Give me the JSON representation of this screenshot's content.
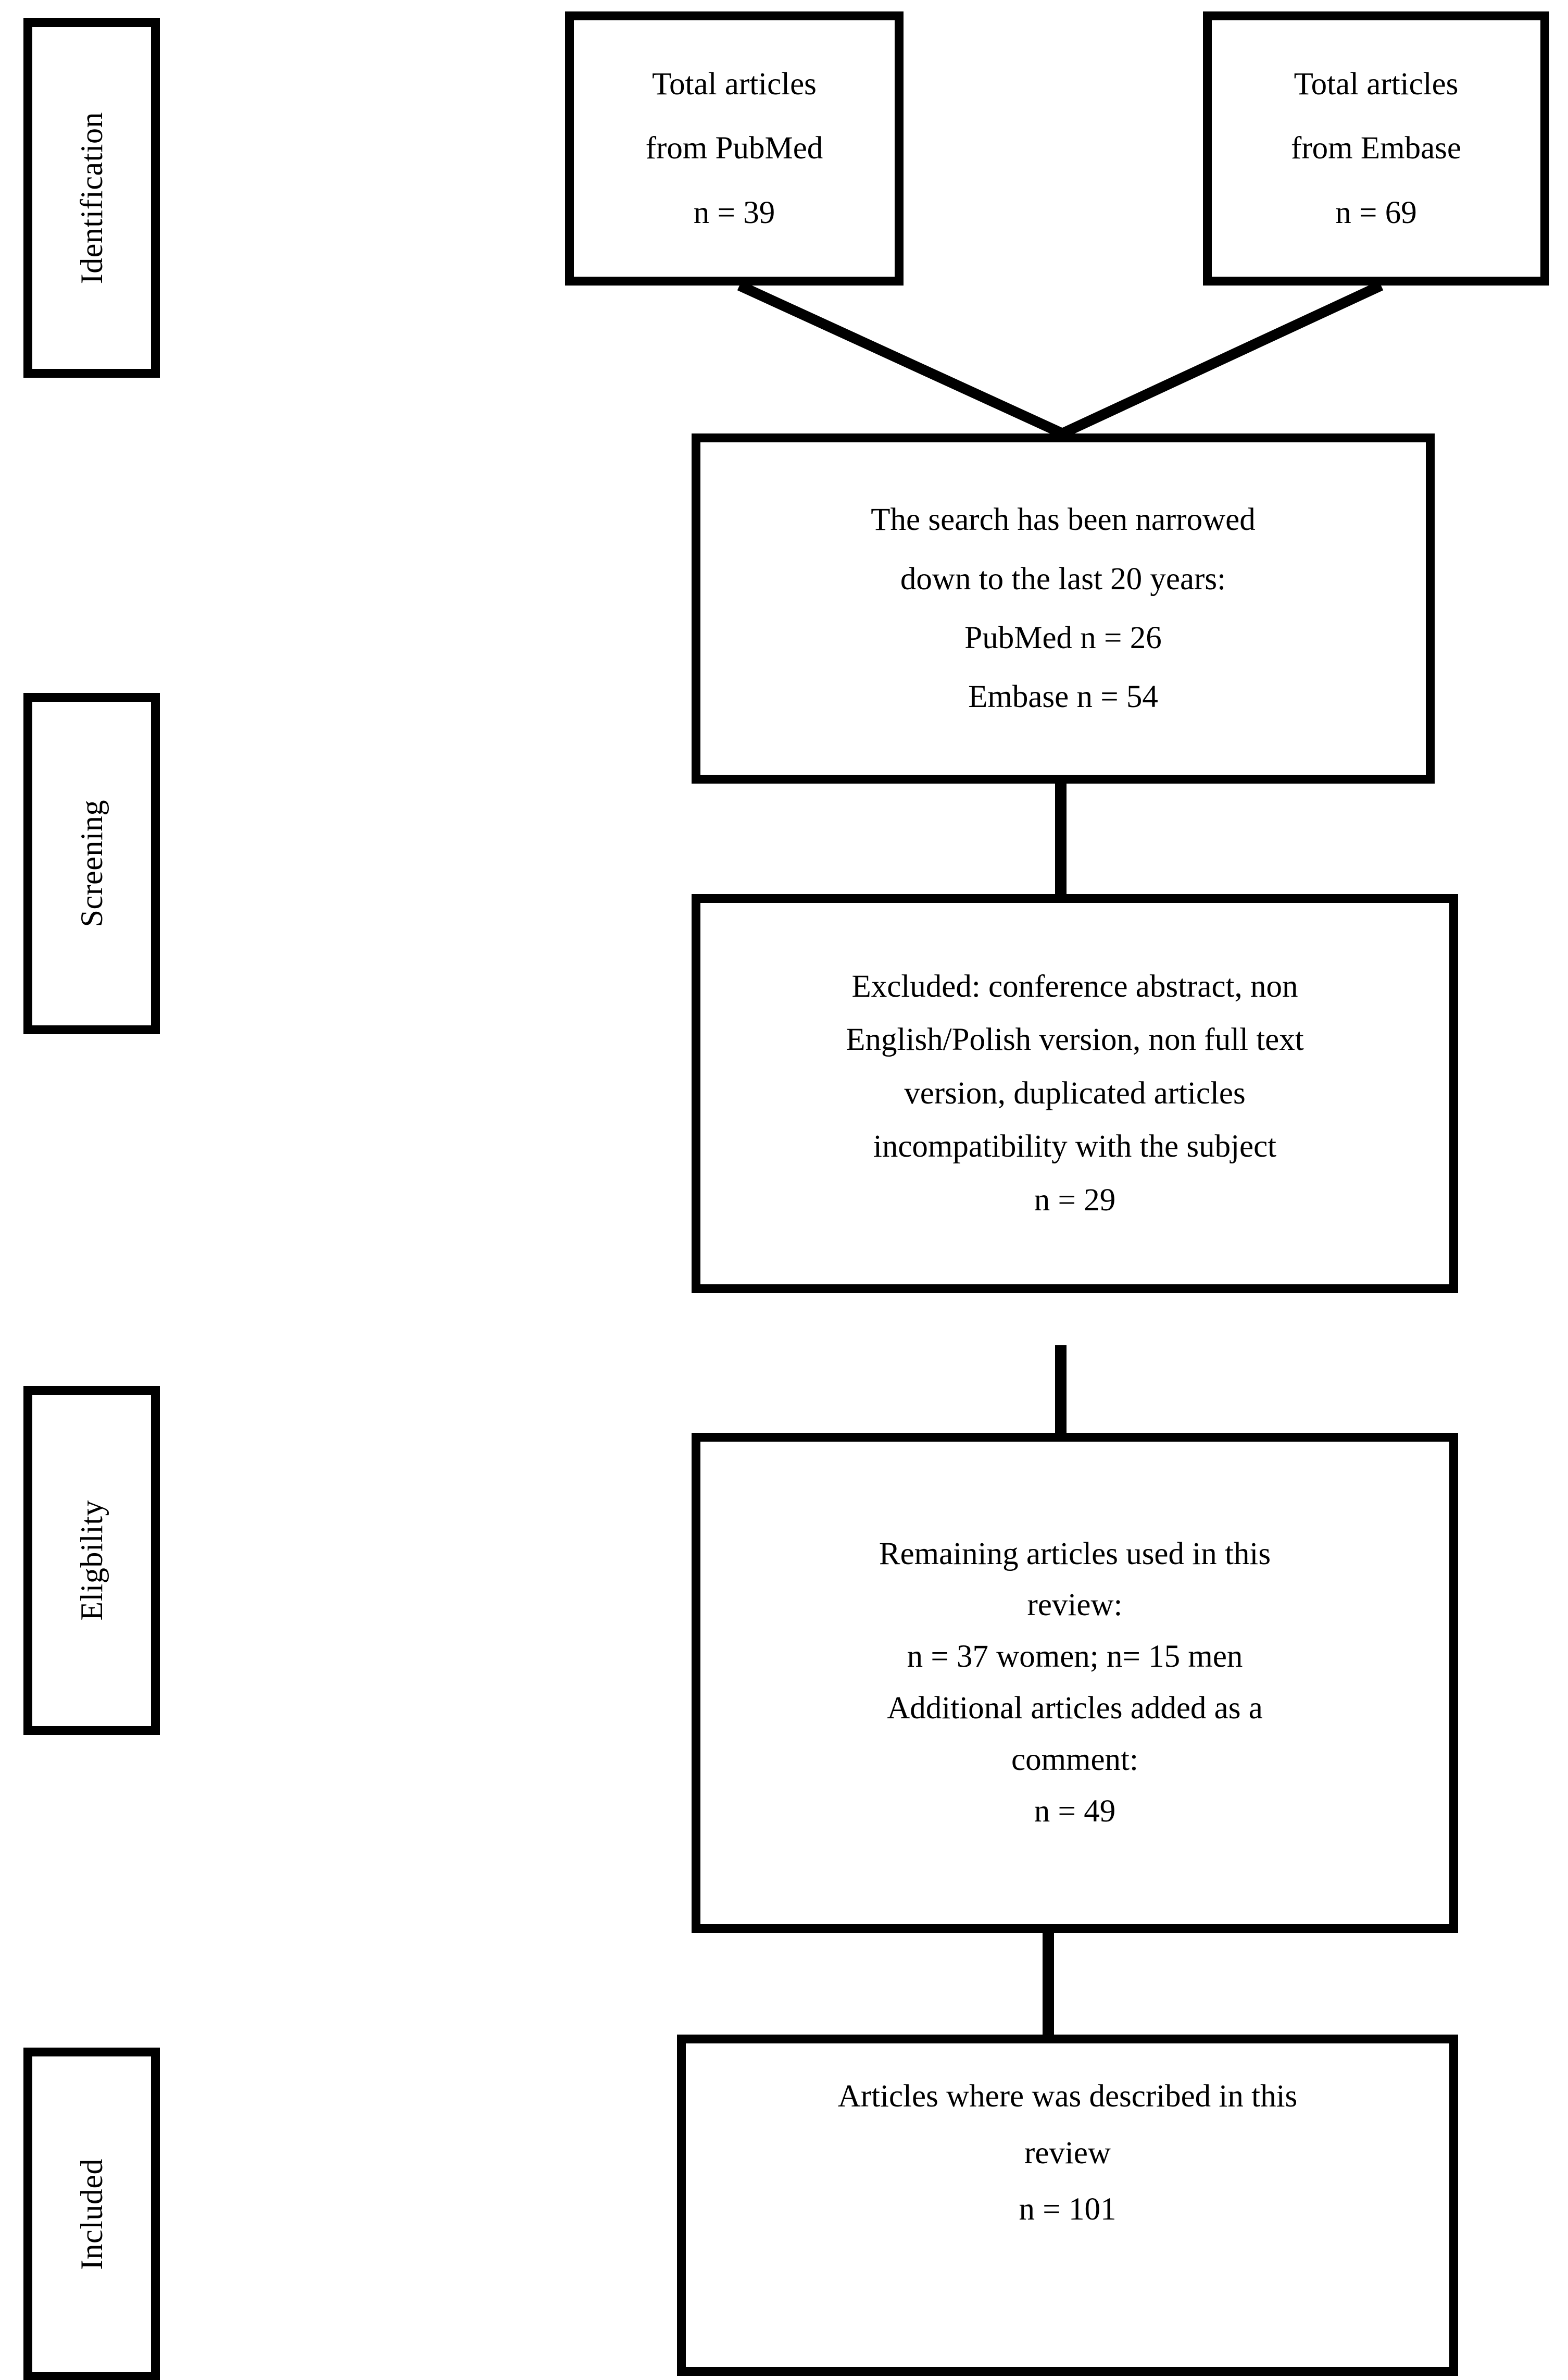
{
  "figure": {
    "type": "prisma-flow-diagram",
    "background_color": "#ffffff",
    "line_color": "#000000"
  },
  "stages": [
    {
      "name": "identification",
      "label": "Identification"
    },
    {
      "name": "screening",
      "label": "Screening"
    },
    {
      "name": "eligibility",
      "label": "Eligbility"
    },
    {
      "name": "included",
      "label": "Included"
    }
  ],
  "boxes": {
    "pubmed_source": {
      "lines": [
        "Total articles",
        "from PubMed",
        "n = 39"
      ],
      "n": 39,
      "source": "PubMed"
    },
    "embase_source": {
      "lines": [
        "Total articles",
        "from Embase",
        "n = 69"
      ],
      "n": 69,
      "source": "Embase"
    },
    "narrowed": {
      "lines": [
        "The search has been narrowed",
        "down to the last 20 years:",
        "PubMed n = 26",
        "Embase n = 54"
      ],
      "pubmed_n": 26,
      "embase_n": 54,
      "years": 20
    },
    "excluded": {
      "lines": [
        "Excluded: conference abstract, non",
        "English/Polish version, non full text",
        "version, duplicated articles",
        "incompatibility with the subject",
        "n = 29"
      ],
      "n": 29
    },
    "remaining": {
      "lines": [
        "Remaining articles used in this",
        "review:",
        "n = 37 women; n= 15 men",
        "Additional articles added as a",
        "comment:",
        "n = 49"
      ],
      "women_n": 37,
      "men_n": 15,
      "additional_n": 49
    },
    "final": {
      "lines": [
        "Articles where was described in this",
        "review",
        "n = 101"
      ],
      "n": 101
    }
  }
}
